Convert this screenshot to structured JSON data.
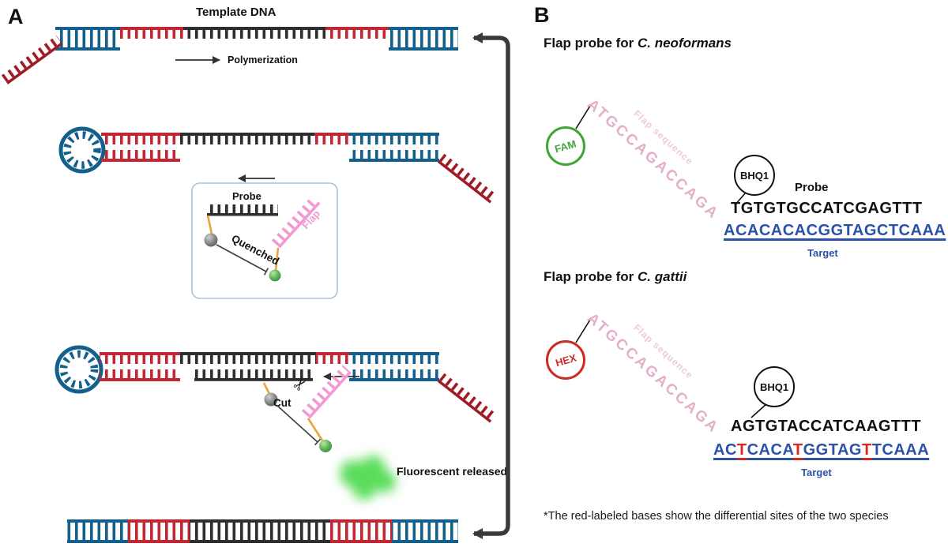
{
  "panelA": {
    "label": "A",
    "template_dna_label": "Template DNA",
    "polymerization_label": "Polymerization",
    "probe_label": "Probe",
    "flap_label": "Flap",
    "quenched_label": "Quenched",
    "cut_label": "Cut",
    "fluorescent_label": "Fluorescent released"
  },
  "panelB": {
    "label": "B",
    "neoformans": {
      "heading_prefix": "Flap probe for ",
      "heading_species": "C. neoformans",
      "fluorophore": "FAM",
      "flap_sequence_label": "Flap sequence",
      "flap_sequence": "ATGCCAGACCAGA",
      "quencher": "BHQ1",
      "probe_label": "Probe",
      "probe_sequence": "TGTGTGCCATCGAGTTT",
      "target_sequence": "ACACACACGGTAGCTCAAA",
      "target_label": "Target"
    },
    "gattii": {
      "heading_prefix": "Flap probe for ",
      "heading_species": "C. gattii",
      "fluorophore": "HEX",
      "flap_sequence_label": "Flap sequence",
      "flap_sequence": "ATGCCAGACCAGA",
      "quencher": "BHQ1",
      "probe_sequence": "AGTGTACCATCAAGTTT",
      "target_parts": [
        {
          "text": "AC",
          "red": false
        },
        {
          "text": "T",
          "red": true
        },
        {
          "text": "CACA",
          "red": false
        },
        {
          "text": "T",
          "red": true
        },
        {
          "text": "GGTAG",
          "red": false
        },
        {
          "text": "T",
          "red": true
        },
        {
          "text": "TCAAA",
          "red": false
        }
      ],
      "target_label": "Target"
    },
    "footnote": "*The red-labeled bases show the differential sites of the two species"
  },
  "icons": {
    "scissors": "✂"
  },
  "colors": {
    "dna_blue": "#14608c",
    "dna_red": "#c32733",
    "dna_dark_red": "#9e1b26",
    "dna_black": "#2e2e2e",
    "flap_pink": "#f19ad2",
    "flap_text_pink": "#e3afc9",
    "flap_label_pink": "#edcade",
    "linker_orange": "#e8a33d",
    "fam_green": "#3fa535",
    "hex_red": "#cc2a26",
    "target_blue": "#2b52a8",
    "diff_red": "#d42a1e",
    "fluor_green": "#49d949",
    "arrow_dark": "#3a3a3a"
  }
}
